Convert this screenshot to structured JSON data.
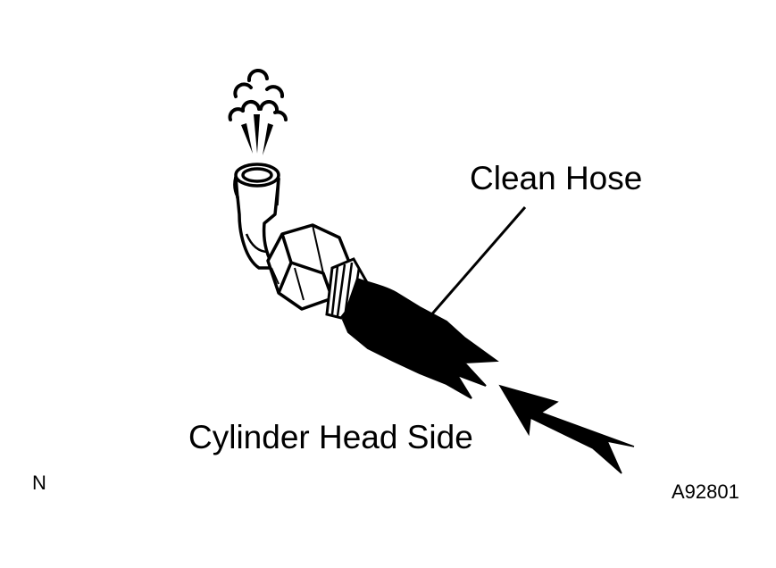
{
  "labels": {
    "clean_hose": "Clean Hose",
    "cylinder_head_side": "Cylinder Head Side",
    "corner_mark": "N",
    "figure_code": "A92801"
  },
  "colors": {
    "ink": "#000000",
    "paper": "#ffffff"
  }
}
